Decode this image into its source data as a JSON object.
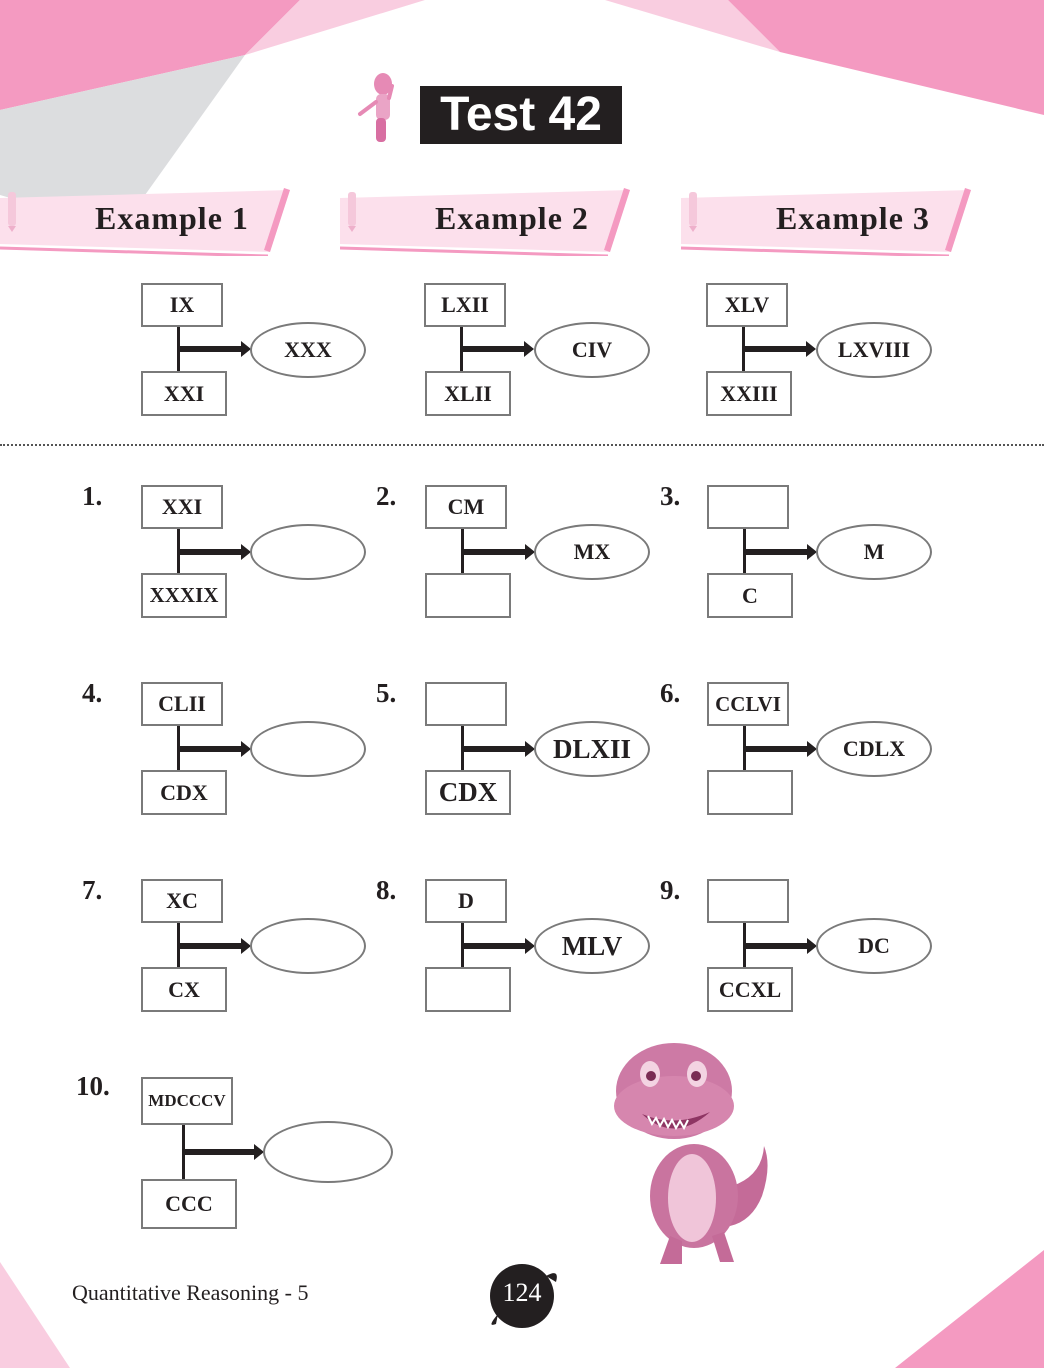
{
  "header": {
    "title": "Test 42"
  },
  "examples": [
    {
      "label": "Example 1",
      "top": "IX",
      "bottom": "XXI",
      "result": "XXX"
    },
    {
      "label": "Example 2",
      "top": "LXII",
      "bottom": "XLII",
      "result": "CIV"
    },
    {
      "label": "Example 3",
      "top": "XLV",
      "bottom": "XXIII",
      "result": "LXVIII"
    }
  ],
  "questions": [
    {
      "number": "1.",
      "top": "XXI",
      "bottom": "XXXIX",
      "result": ""
    },
    {
      "number": "2.",
      "top": "CM",
      "bottom": "",
      "result": "MX"
    },
    {
      "number": "3.",
      "top": "",
      "bottom": "C",
      "result": "M"
    },
    {
      "number": "4.",
      "top": "CLII",
      "bottom": "CDX",
      "result": ""
    },
    {
      "number": "5.",
      "top": "",
      "bottom": "CDX",
      "result": "DLXII"
    },
    {
      "number": "6.",
      "top": "CCLVI",
      "bottom": "",
      "result": "CDLX"
    },
    {
      "number": "7.",
      "top": "XC",
      "bottom": "CX",
      "result": ""
    },
    {
      "number": "8.",
      "top": "D",
      "bottom": "",
      "result": "MLV"
    },
    {
      "number": "9.",
      "top": "",
      "bottom": "CCXL",
      "result": "DC"
    },
    {
      "number": "10.",
      "top": "MDCCCV",
      "bottom": "CCC",
      "result": ""
    }
  ],
  "footer": {
    "book_title": "Quantitative Reasoning - 5",
    "page_number": "124"
  },
  "colors": {
    "pink_dark": "#f49ac1",
    "pink_light": "#f9cde0",
    "banner_pink": "#fce0ec",
    "grey": "#dcdddf",
    "ink": "#231f20"
  }
}
